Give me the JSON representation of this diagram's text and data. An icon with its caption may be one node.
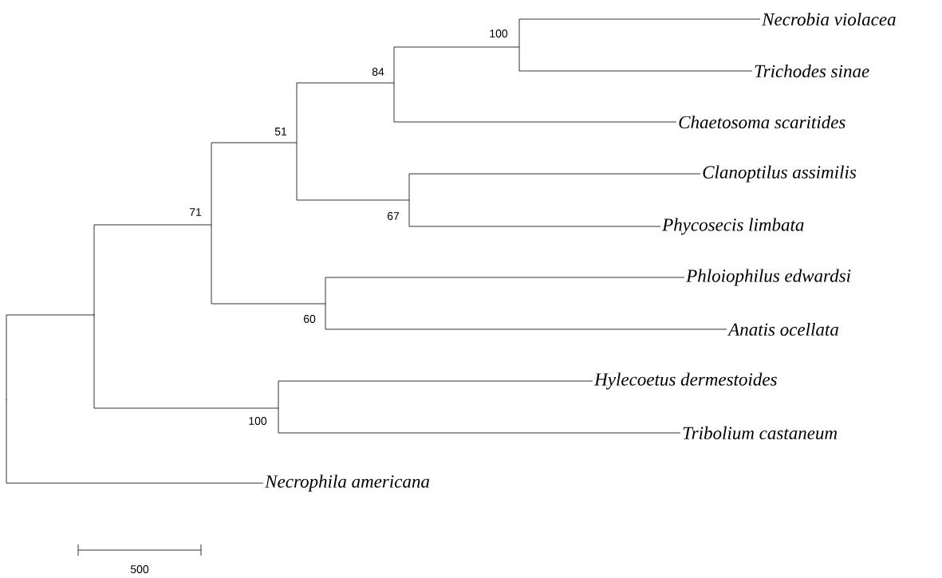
{
  "diagram": {
    "nodes": [
      {
        "text": [
          "100"
        ]
      },
      {
        "text": [
          "*Necrobia violacea*"
        ]
      },
      {
        "text": [
          "84"
        ]
      },
      {
        "text": [
          "*Trichodes sinae*"
        ]
      },
      {
        "text": [
          "51"
        ]
      },
      {
        "text": [
          "*Chaetosoma scaritides*"
        ]
      },
      {
        "text": [
          "*Clanoptilus assimilis*"
        ]
      },
      {
        "text": [
          "71"
        ]
      },
      {
        "text": [
          "67"
        ]
      },
      {
        "text": [
          "*Phycosecis limbata*"
        ]
      },
      {
        "text": [
          "*Phloiophilus edwardsi*"
        ]
      },
      {
        "text": [
          "*Anatis ocellata*"
        ]
      },
      {
        "text": [
          "60"
        ]
      },
      {
        "text": [
          "*Hylecoetus dermestoides*"
        ]
      },
      {
        "text": [],
        "shape": "point"
      },
      {
        "text": [
          "100"
        ]
      },
      {
        "text": [
          "*Tribolium castaneum*"
        ]
      },
      {
        "text": [],
        "shape": "point"
      },
      {
        "text": [
          "*Necrophila americana*"
        ]
      }
    ],
    "edges": [
      {
        "from": 17,
        "to": 14,
        "arrow": "none"
      },
      {
        "from": 17,
        "to": 18,
        "arrow": "none"
      },
      {
        "from": 14,
        "to": 7,
        "arrow": "none"
      },
      {
        "from": 14,
        "to": 15,
        "arrow": "none"
      },
      {
        "from": 7,
        "to": 4,
        "arrow": "none"
      },
      {
        "from": 7,
        "to": 12,
        "arrow": "none"
      },
      {
        "from": 4,
        "to": 2,
        "arrow": "none"
      },
      {
        "from": 4,
        "to": 8,
        "arrow": "none"
      },
      {
        "from": 2,
        "to": 0,
        "arrow": "none"
      },
      {
        "from": 2,
        "to": 5,
        "arrow": "none"
      },
      {
        "from": 0,
        "to": 1,
        "arrow": "none"
      },
      {
        "from": 0,
        "to": 3,
        "arrow": "none"
      },
      {
        "from": 8,
        "to": 6,
        "arrow": "none"
      },
      {
        "from": 8,
        "to": 9,
        "arrow": "none"
      },
      {
        "from": 12,
        "to": 10,
        "arrow": "none"
      },
      {
        "from": 12,
        "to": 11,
        "arrow": "none"
      },
      {
        "from": 15,
        "to": 13,
        "arrow": "none"
      },
      {
        "from": 15,
        "to": 16,
        "arrow": "none"
      }
    ],
    "labels": [
      "500"
    ]
  }
}
